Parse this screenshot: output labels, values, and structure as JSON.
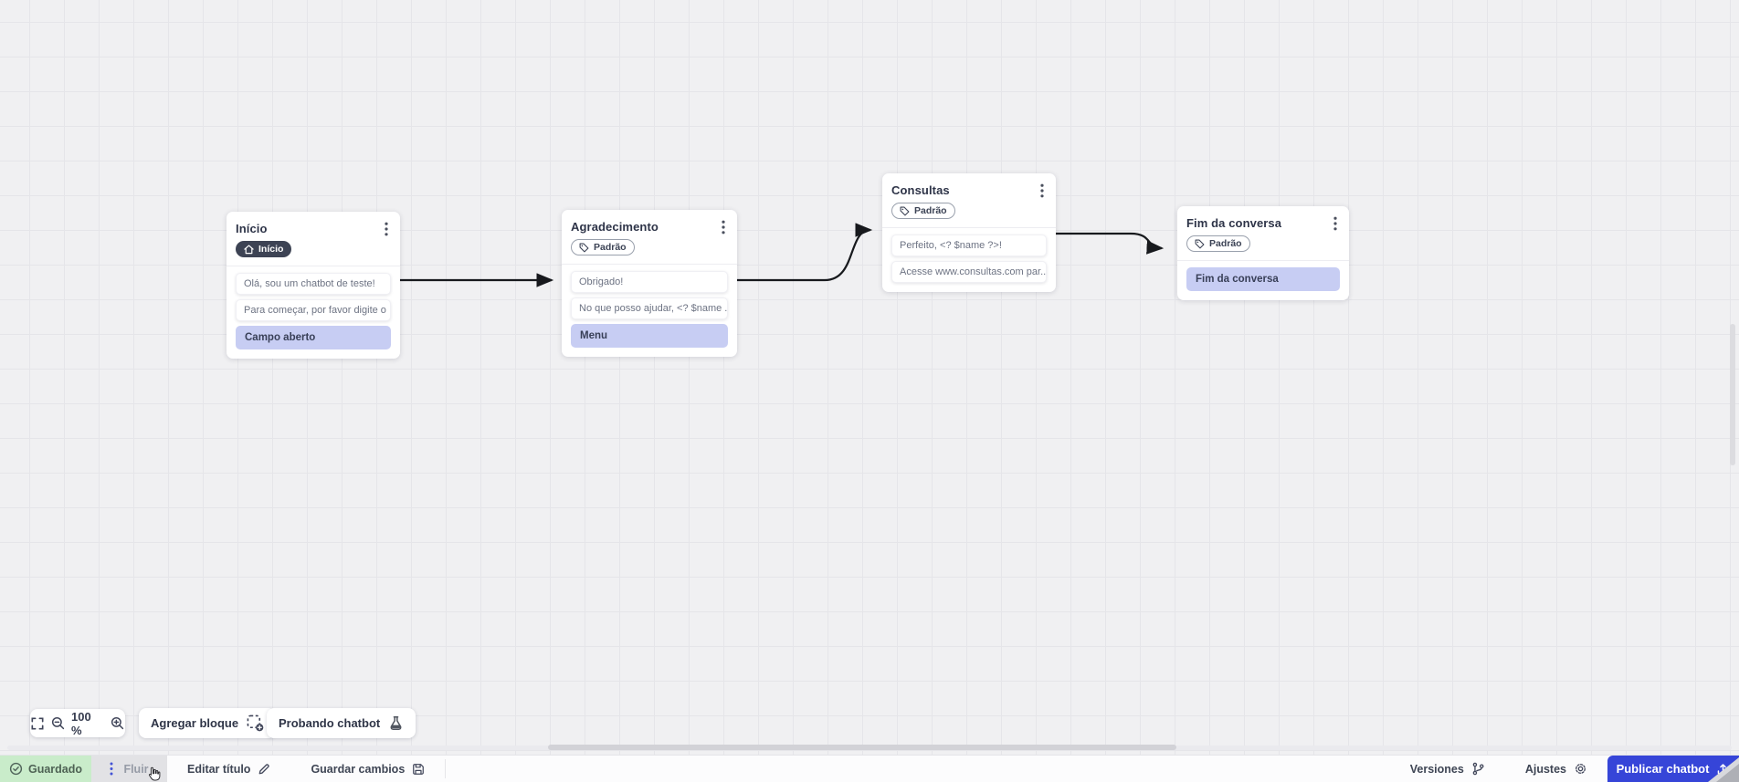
{
  "flow": {
    "nodes": [
      {
        "title": "Início",
        "badge": "Início",
        "messages": [
          "Olá, sou um chatbot de teste!",
          "Para começar, por favor digite o ...",
          "Campo aberto"
        ]
      },
      {
        "title": "Agradecimento",
        "badge": "Padrão",
        "messages": [
          "Obrigado!",
          "No que posso ajudar, <? $name ...",
          "Menu"
        ]
      },
      {
        "title": "Consultas",
        "badge": "Padrão",
        "messages": [
          "Perfeito, <? $name ?>!",
          "Acesse www.consultas.com par..."
        ]
      },
      {
        "title": "Fim da conversa",
        "badge": "Padrão",
        "messages": [
          "Fim da conversa"
        ]
      }
    ]
  },
  "toolbar": {
    "zoom_level": "100 %",
    "add_block": "Agregar bloque",
    "test_chatbot": "Probando chatbot"
  },
  "statusbar": {
    "saved": "Guardado",
    "flow_tab": "Fluir",
    "edit_title": "Editar título",
    "save_changes": "Guardar cambios",
    "versions": "Versiones",
    "settings": "Ajustes",
    "publish": "Publicar chatbot"
  },
  "icons": {
    "home": "home-icon",
    "tag": "tag-icon",
    "node_menu": "kebab-menu-icon",
    "fullscreen": "fullscreen-icon",
    "zoom_out": "zoom-out-icon",
    "zoom_in": "zoom-in-icon",
    "add_block": "add-block-icon",
    "test_chatbot": "flask-icon",
    "saved": "check-circle-icon",
    "flow_handle": "drag-dots-icon",
    "edit_title": "pencil-icon",
    "save_changes": "floppy-icon",
    "versions": "git-branch-icon",
    "settings": "gear-icon",
    "publish": "upload-icon",
    "mouse": "hand-cursor-icon"
  },
  "colors": {
    "accent_blue": "#3645d8",
    "saved_green_bg": "#c9ecca",
    "highlight_lavender": "#c7cdf3",
    "badge_dark": "#3d4354",
    "canvas_bg": "#f0f0f2",
    "arrow": "#17191d"
  }
}
